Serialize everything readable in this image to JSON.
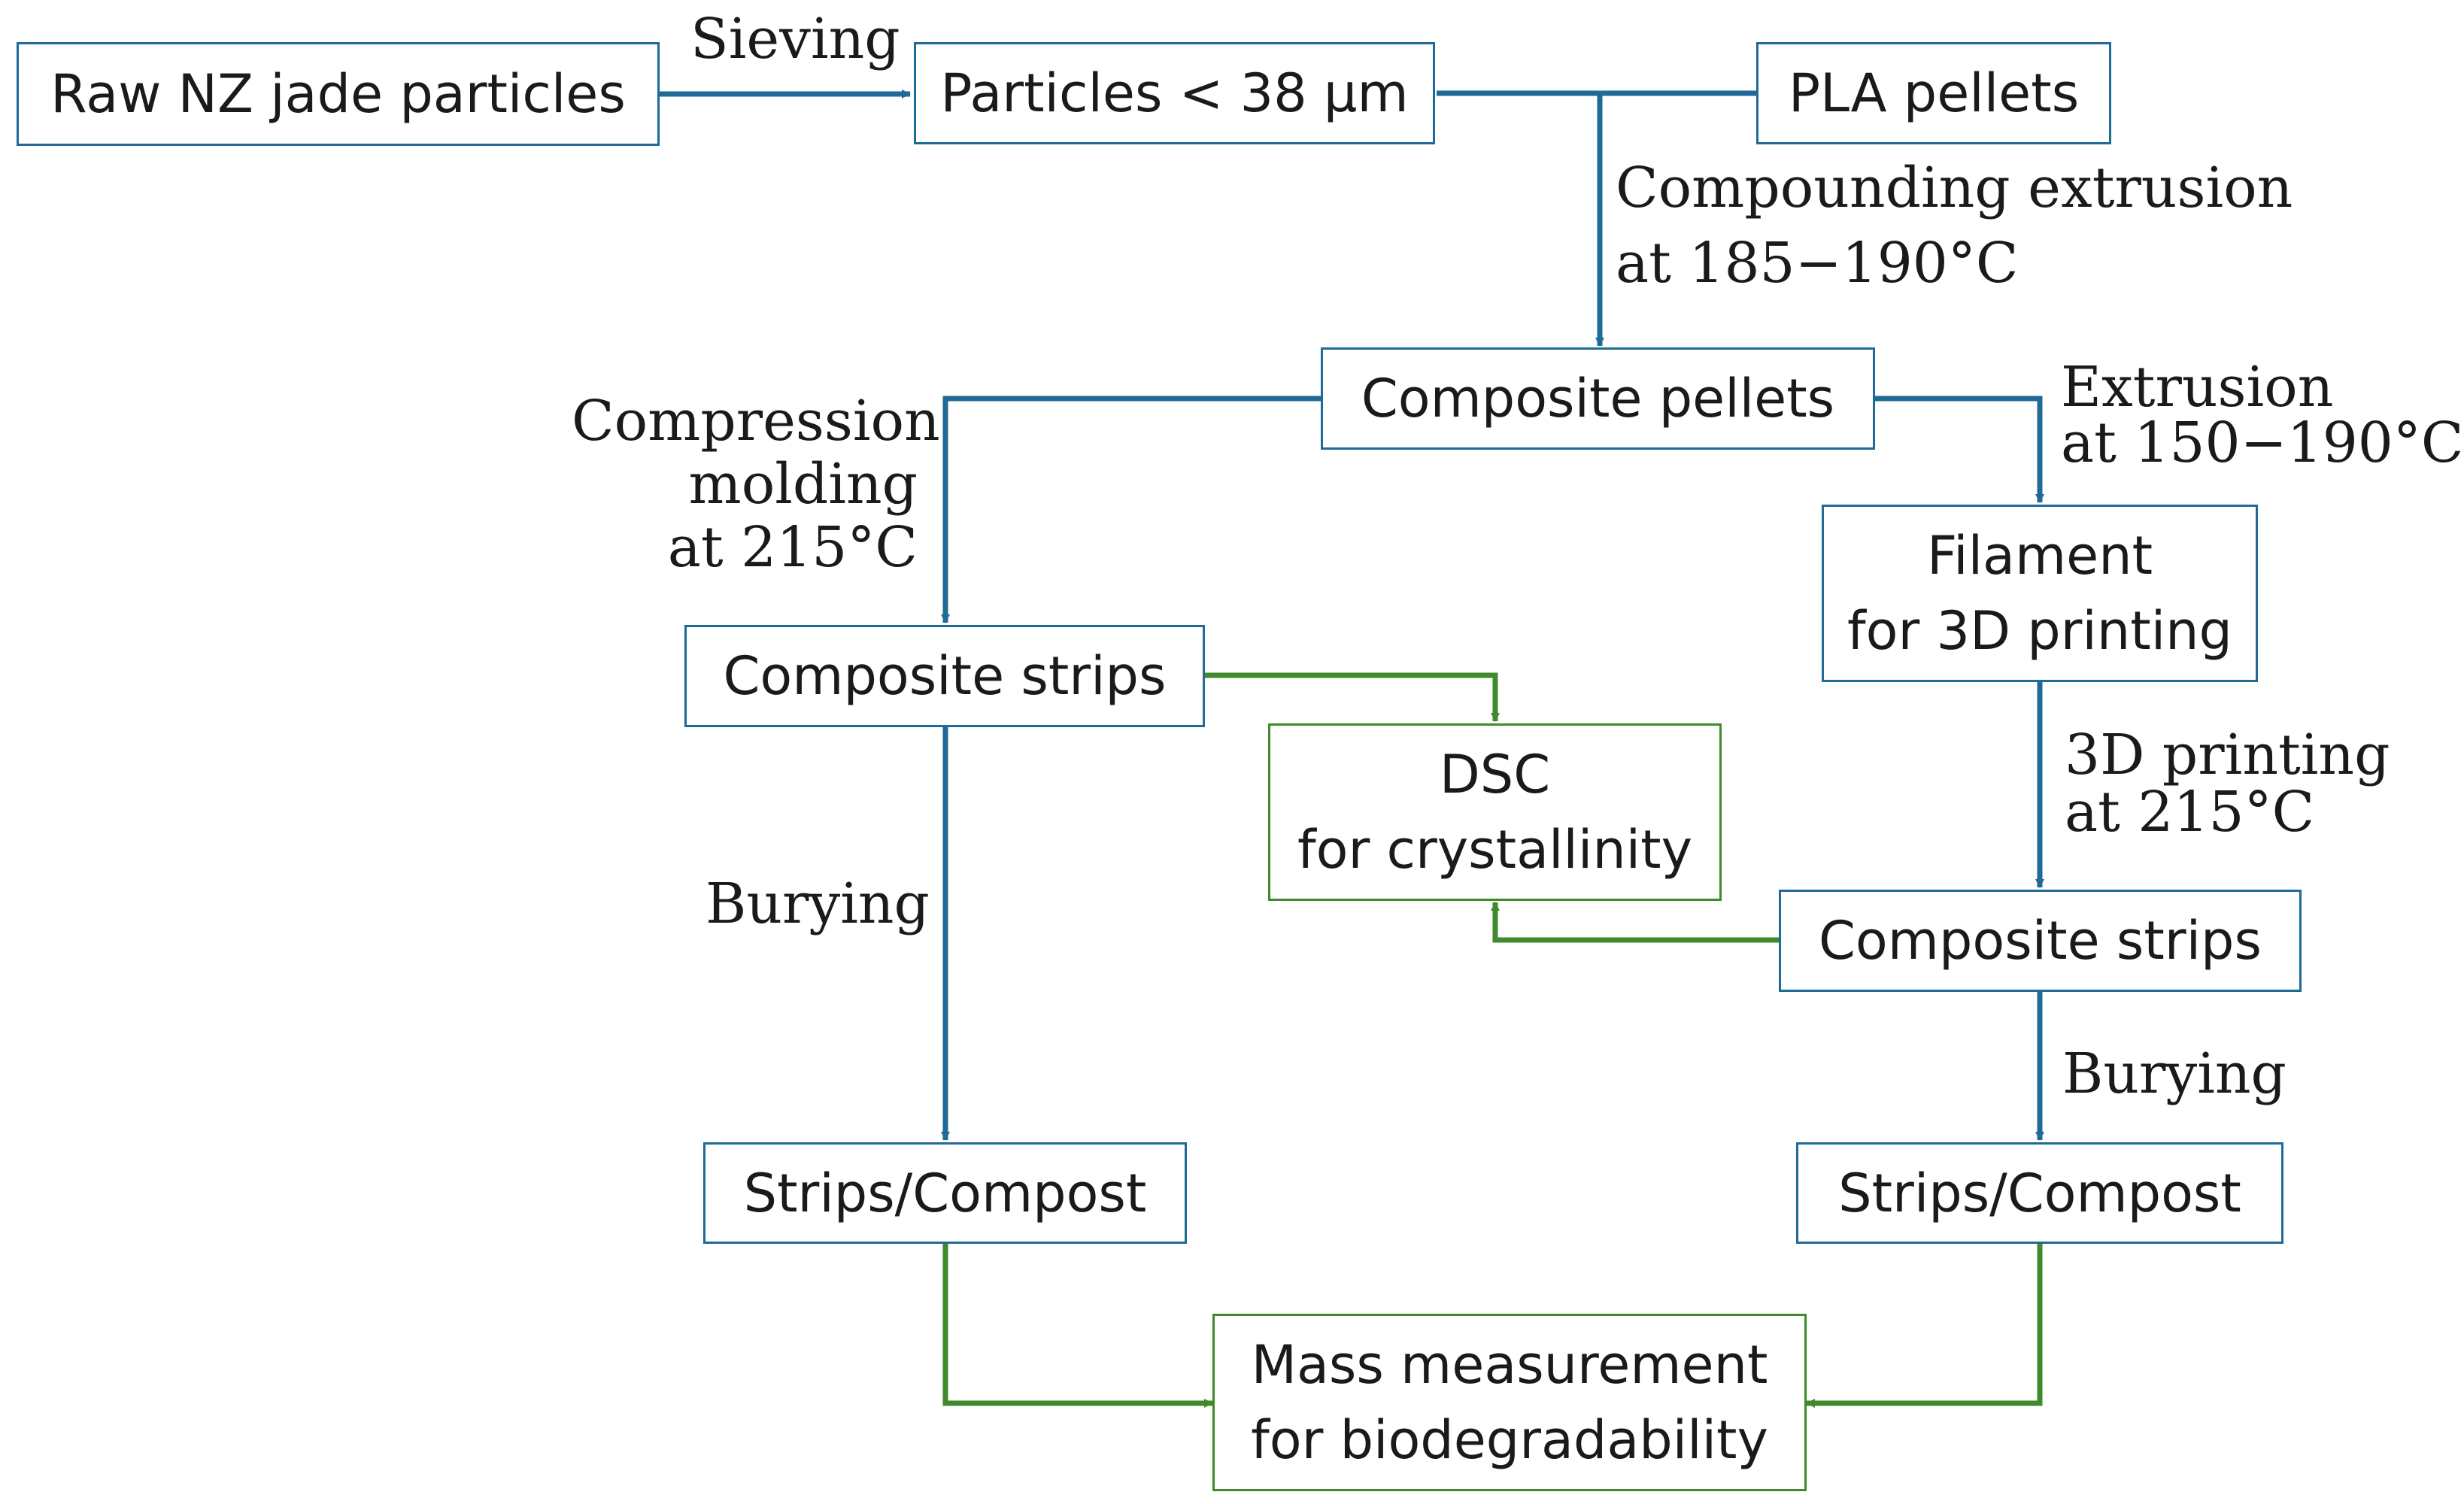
{
  "colors": {
    "process_flow": "#1f6a96",
    "analysis_flow": "#3f8a2a"
  },
  "boxes": {
    "raw": "Raw NZ jade particles",
    "particles": "Particles < 38 μm",
    "pla": "PLA pellets",
    "composite_pellets": "Composite pellets",
    "filament": [
      "Filament",
      "for 3D printing"
    ],
    "strips_left": "Composite strips",
    "strips_right": "Composite strips",
    "dsc": [
      "DSC",
      "for crystallinity"
    ],
    "compost_left": "Strips/Compost",
    "compost_right": "Strips/Compost",
    "mass": [
      "Mass measurement",
      "for biodegradability"
    ]
  },
  "labels": {
    "sieving": "Sieving",
    "compounding": [
      "Compounding extrusion",
      "at 185−190°C"
    ],
    "extrusion": [
      "Extrusion",
      "at 150−190°C"
    ],
    "compression": [
      "Compression",
      "molding",
      "at 215°C"
    ],
    "printing": [
      "3D printing",
      "at 215°C"
    ],
    "burying_left": "Burying",
    "burying_right": "Burying"
  }
}
